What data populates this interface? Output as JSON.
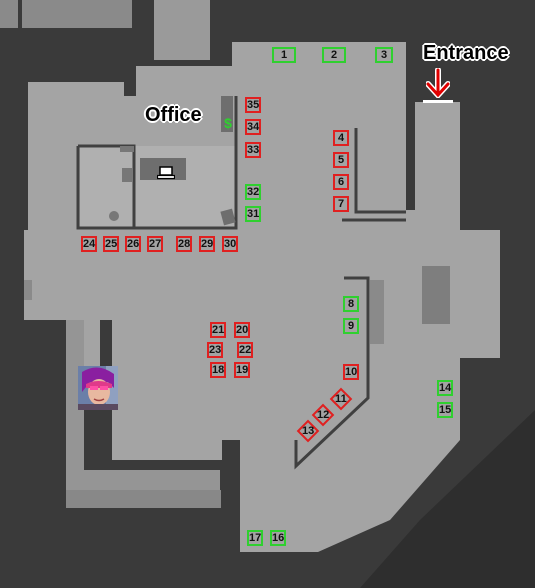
{
  "labels": {
    "office": "Office",
    "entrance": "Entrance",
    "dollar": "$"
  },
  "icons": {
    "entrance_marker": "red-down-arrow-icon",
    "money": "dollar-sign-icon",
    "computer": "laptop-icon",
    "character": "character-portrait-icon"
  },
  "colors": {
    "spot_red": "#e02020",
    "spot_green": "#2fd02f",
    "floor": "#a4a4a4",
    "wall": "#3a3a3a"
  },
  "spots": [
    {
      "n": "1",
      "c": "green"
    },
    {
      "n": "2",
      "c": "green"
    },
    {
      "n": "3",
      "c": "green"
    },
    {
      "n": "4",
      "c": "red"
    },
    {
      "n": "5",
      "c": "red"
    },
    {
      "n": "6",
      "c": "red"
    },
    {
      "n": "7",
      "c": "red"
    },
    {
      "n": "8",
      "c": "green"
    },
    {
      "n": "9",
      "c": "green"
    },
    {
      "n": "10",
      "c": "red"
    },
    {
      "n": "11",
      "c": "red"
    },
    {
      "n": "12",
      "c": "red"
    },
    {
      "n": "13",
      "c": "red"
    },
    {
      "n": "14",
      "c": "green"
    },
    {
      "n": "15",
      "c": "green"
    },
    {
      "n": "16",
      "c": "green"
    },
    {
      "n": "17",
      "c": "green"
    },
    {
      "n": "18",
      "c": "red"
    },
    {
      "n": "19",
      "c": "red"
    },
    {
      "n": "20",
      "c": "red"
    },
    {
      "n": "21",
      "c": "red"
    },
    {
      "n": "22",
      "c": "red"
    },
    {
      "n": "23",
      "c": "red"
    },
    {
      "n": "24",
      "c": "red"
    },
    {
      "n": "25",
      "c": "red"
    },
    {
      "n": "26",
      "c": "red"
    },
    {
      "n": "27",
      "c": "red"
    },
    {
      "n": "28",
      "c": "red"
    },
    {
      "n": "29",
      "c": "red"
    },
    {
      "n": "30",
      "c": "red"
    },
    {
      "n": "31",
      "c": "green"
    },
    {
      "n": "32",
      "c": "green"
    },
    {
      "n": "33",
      "c": "red"
    },
    {
      "n": "34",
      "c": "red"
    },
    {
      "n": "35",
      "c": "red"
    }
  ]
}
